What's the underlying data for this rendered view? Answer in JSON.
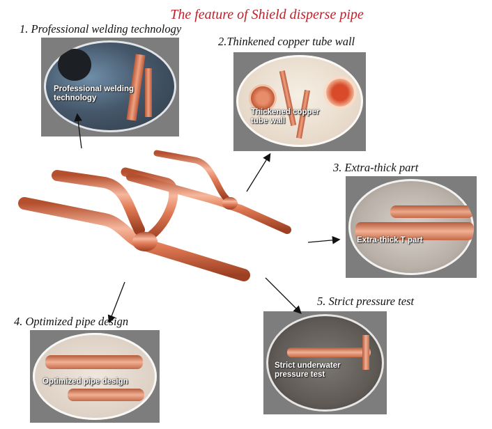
{
  "title": "The feature of Shield disperse pipe",
  "colors": {
    "title": "#c0202a",
    "copper": "#d9633f",
    "copper_light": "#f4b39a"
  },
  "features": [
    {
      "caption": "1.  Professional welding technology",
      "label_lines": [
        "Professional welding",
        "technology"
      ]
    },
    {
      "caption": "2.Thinkened copper tube wall",
      "label_lines": [
        "Thickened copper",
        "tube wall"
      ]
    },
    {
      "caption": "3. Extra-thick part",
      "label_lines": [
        "Extra-thick T part"
      ]
    },
    {
      "caption": "4. Optimized pipe design",
      "label_lines": [
        "Optimized pipe design"
      ]
    },
    {
      "caption": "5. Strict pressure test",
      "label_lines": [
        "Strict underwater",
        "pressure test"
      ]
    }
  ]
}
